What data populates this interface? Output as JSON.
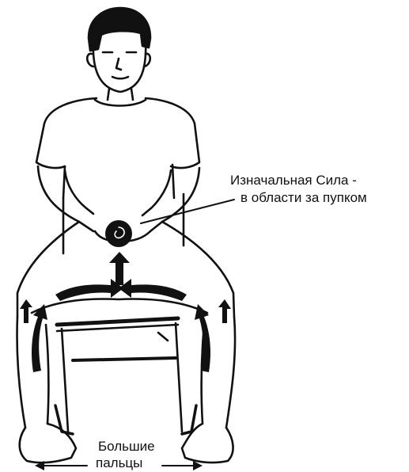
{
  "annotation": {
    "line1": "Изначальная Сила -",
    "line2": "в области за пупком"
  },
  "toes_label": {
    "line1": "Большие",
    "line2": "пальцы"
  },
  "colors": {
    "ink": "#111111",
    "background": "#ffffff"
  }
}
